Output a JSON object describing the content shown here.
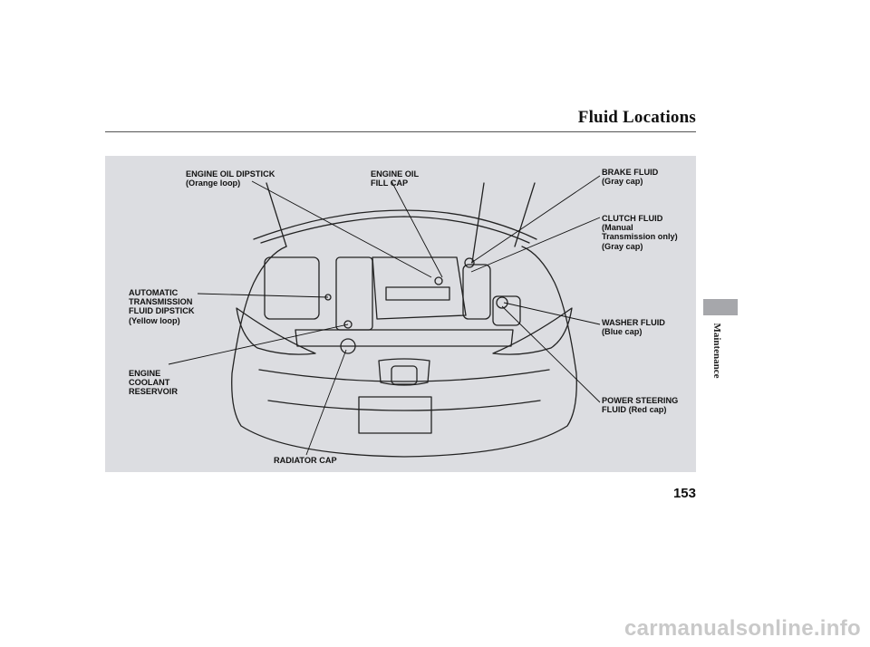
{
  "header": {
    "title": "Fluid Locations"
  },
  "figure": {
    "labels": {
      "oil_dipstick": "ENGINE OIL DIPSTICK\n(Orange loop)",
      "oil_fill": "ENGINE OIL\nFILL CAP",
      "brake": "BRAKE FLUID\n(Gray cap)",
      "clutch": "CLUTCH FLUID\n(Manual\nTransmission only)\n(Gray cap)",
      "atf": "AUTOMATIC\nTRANSMISSION\nFLUID DIPSTICK\n(Yellow loop)",
      "washer": "WASHER FLUID\n(Blue cap)",
      "coolant": "ENGINE\nCOOLANT\nRESERVOIR",
      "power_steering": "POWER STEERING\nFLUID (Red cap)",
      "radiator": "RADIATOR CAP"
    }
  },
  "sidebar": {
    "section": "Maintenance"
  },
  "footer": {
    "page_number": "153",
    "watermark": "carmanualsonline.info"
  }
}
